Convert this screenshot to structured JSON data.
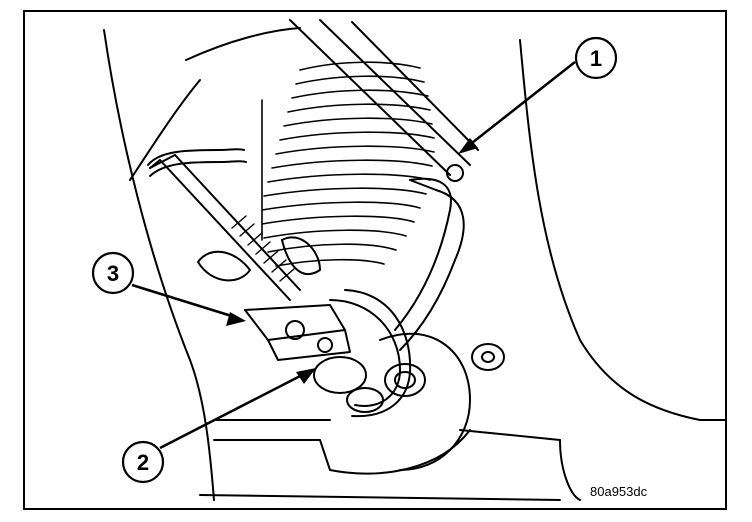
{
  "diagram": {
    "callouts": [
      {
        "id": "callout-1",
        "label": "1"
      },
      {
        "id": "callout-2",
        "label": "2"
      },
      {
        "id": "callout-3",
        "label": "3"
      }
    ],
    "figure_code": "80a953dc"
  },
  "colors": {
    "ink": "#000000",
    "paper": "#ffffff"
  }
}
